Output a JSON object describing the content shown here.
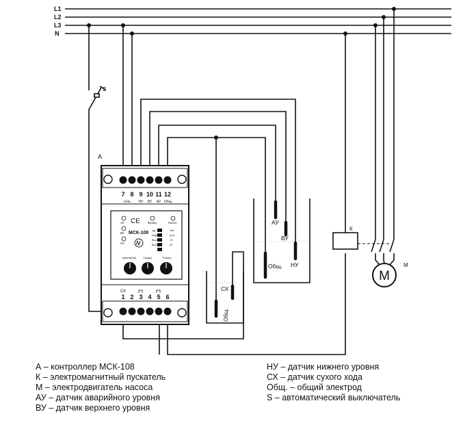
{
  "lines": {
    "l1": "L1",
    "l2": "L2",
    "l3": "L3",
    "n": "N"
  },
  "switch_label": "S",
  "controller": {
    "label": "A",
    "top_numbers": [
      "7",
      "8",
      "9",
      "10",
      "11",
      "12"
    ],
    "top_names": [
      "сеть",
      "НУ",
      "ВУ",
      "АУ",
      "Общ."
    ],
    "model": "МСК-108",
    "ce_mark": "CE",
    "left_leds": [
      "АУ",
      "ВУ",
      "НУ"
    ],
    "func_label": "Функц.",
    "pump_label": "Насос",
    "dip_labels": [
      "Др.",
      "Д.Ур.",
      "СХ",
      "АУ",
      "Нап",
      "Задн",
      "Выкл",
      "Выкл"
    ],
    "knob_labels": [
      "Чувств(Ом)",
      "Тзад(с)",
      "Тнас(с)"
    ],
    "bottom_header": "СХ",
    "bottom_numbers": [
      "1",
      "2",
      "3",
      "4",
      "5",
      "6"
    ]
  },
  "tank_large": {
    "au": "АУ",
    "vu": "ВУ",
    "common": "Общ.",
    "nu": "НУ"
  },
  "tank_small": {
    "sx": "СХ",
    "common": "Общ."
  },
  "contactor_label": "К",
  "motor": {
    "symbol": "M",
    "label": "М"
  },
  "legend": {
    "left": [
      "А – контроллер МСК-108",
      "К – электромагнитный пускатель",
      "М – электродвигатель насоса",
      "АУ – датчик аварийного уровня",
      "ВУ – датчик верхнего уровня"
    ],
    "right": [
      "НУ – датчик нижнего уровня",
      "СХ – датчик сухого хода",
      "Общ. – общий электрод",
      "S – автоматический выключатель"
    ]
  }
}
